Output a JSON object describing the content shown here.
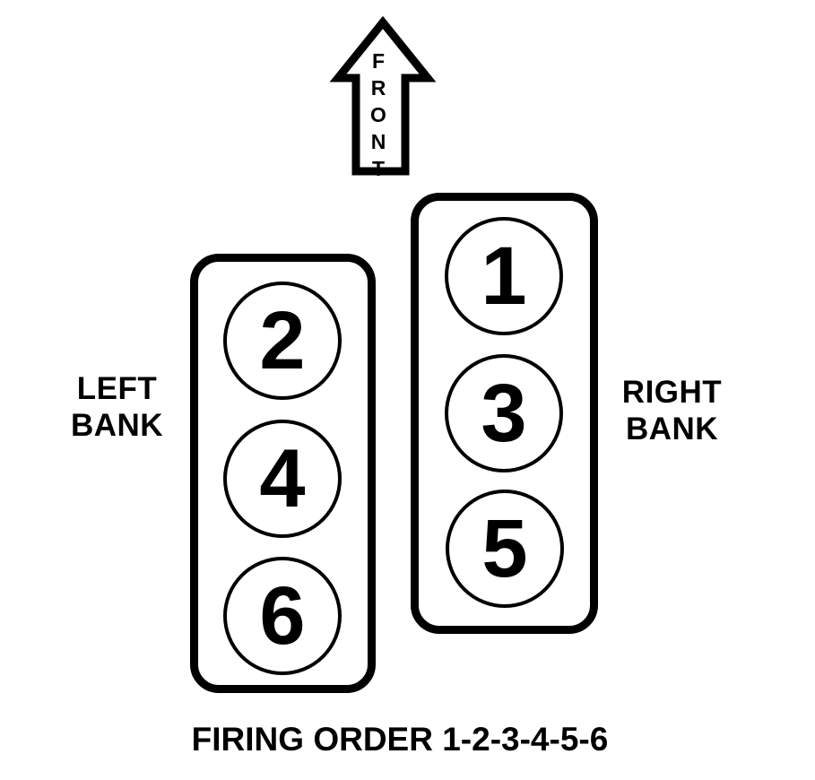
{
  "diagram": {
    "title_caption": "FIRING ORDER 1-2-3-4-5-6",
    "front_arrow_label": "FRONT",
    "banks": {
      "left": {
        "label_line1": "LEFT",
        "label_line2": "BANK",
        "cylinders": [
          "2",
          "4",
          "6"
        ]
      },
      "right": {
        "label_line1": "RIGHT",
        "label_line2": "BANK",
        "cylinders": [
          "1",
          "3",
          "5"
        ]
      }
    },
    "colors": {
      "ink": "#000000",
      "background": "#ffffff"
    }
  }
}
